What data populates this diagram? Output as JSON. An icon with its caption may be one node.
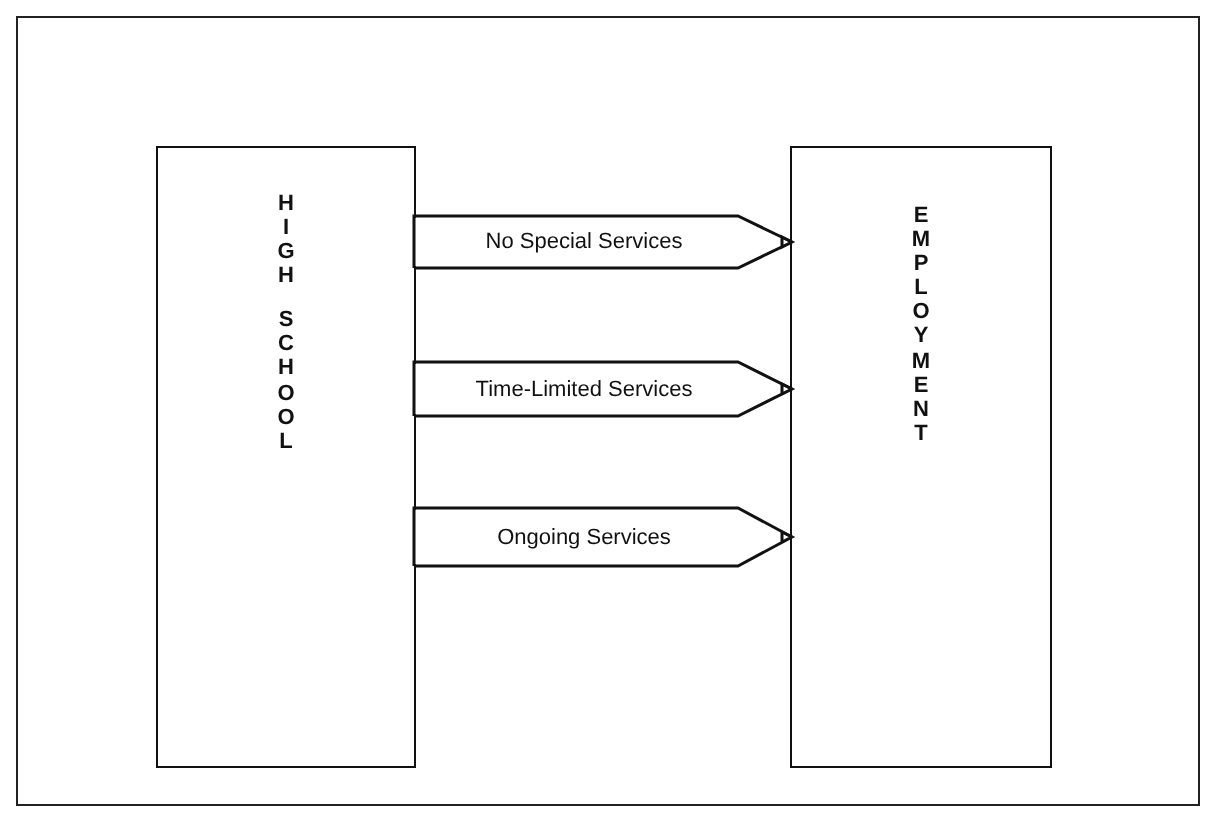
{
  "diagram": {
    "nodes": [
      {
        "text": [
          "HIGH SCHOOL"
        ]
      },
      {
        "text": [
          "EMPLOYMENT"
        ]
      }
    ],
    "edges": [
      {
        "from": 0,
        "to": 1,
        "arrow": "to",
        "label": "No Special Services"
      },
      {
        "from": 0,
        "to": 1,
        "arrow": "to",
        "label": "Time-Limited Services"
      },
      {
        "from": 0,
        "to": 1,
        "arrow": "to",
        "label": "Ongoing Services"
      }
    ]
  }
}
